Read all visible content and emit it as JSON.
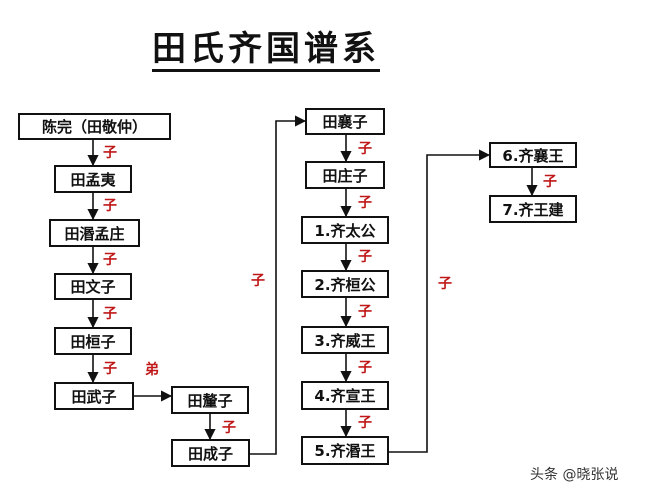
{
  "title": "田氏齐国谱系",
  "nodes": {
    "chen_wan": "陈完（田敬仲）",
    "tian_mengyi": "田孟夷",
    "tian_min_mengzhuang": "田湣孟庄",
    "tian_wenzi": "田文子",
    "tian_huanzi": "田桓子",
    "tian_wuzi": "田武子",
    "tian_lizi": "田釐子",
    "tian_chengzi": "田成子",
    "tian_xiangzi": "田襄子",
    "tian_zhuangzi": "田庄子",
    "qi_taigong": "1.齐太公",
    "qi_huangong": "2.齐桓公",
    "qi_weiwang": "3.齐威王",
    "qi_xuanwang": "4.齐宣王",
    "qi_minwang": "5.齐湣王",
    "qi_xiangwang": "6.齐襄王",
    "qi_wangjian": "7.齐王建"
  },
  "relations": {
    "son": "子",
    "brother": "弟"
  },
  "watermark": "头条 @晓张说",
  "colors": {
    "line": "#111111",
    "relation_label": "#c01818",
    "background": "#ffffff"
  }
}
